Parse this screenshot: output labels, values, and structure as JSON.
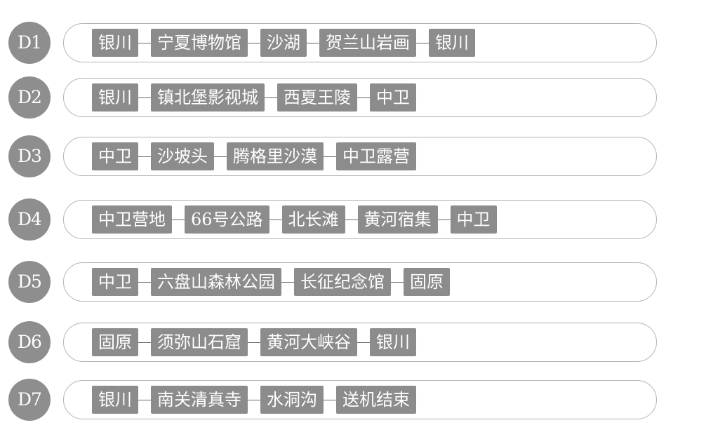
{
  "days": [
    {
      "label": "D1",
      "stops": [
        "银川",
        "宁夏博物馆",
        "沙湖",
        "贺兰山岩画",
        "银川"
      ]
    },
    {
      "label": "D2",
      "stops": [
        "银川",
        "镇北堡影视城",
        "西夏王陵",
        "中卫"
      ]
    },
    {
      "label": "D3",
      "stops": [
        "中卫",
        "沙坡头",
        "腾格里沙漠",
        "中卫露营"
      ]
    },
    {
      "label": "D4",
      "stops": [
        "中卫营地",
        "66号公路",
        "北长滩",
        "黄河宿集",
        "中卫"
      ]
    },
    {
      "label": "D5",
      "stops": [
        "中卫",
        "六盘山森林公园",
        "长征纪念馆",
        "固原"
      ]
    },
    {
      "label": "D6",
      "stops": [
        "固原",
        "须弥山石窟",
        "黄河大峡谷",
        "银川"
      ]
    },
    {
      "label": "D7",
      "stops": [
        "银川",
        "南关清真寺",
        "水洞沟",
        "送机结束"
      ]
    }
  ]
}
